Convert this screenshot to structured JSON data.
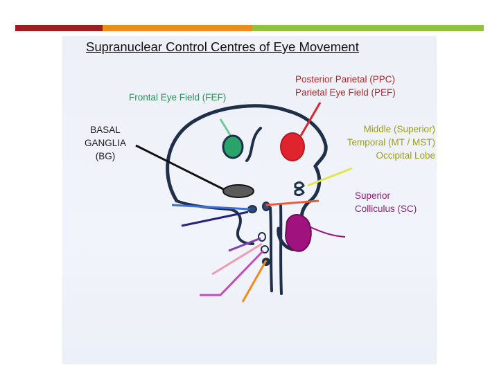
{
  "title": "Supranuclear Control Centres of Eye Movement",
  "labels": {
    "fef": "Frontal Eye Field (FEF)",
    "ppc_line1": "Posterior Parietal (PPC)",
    "ppc_line2": "Parietal Eye Field (PEF)",
    "bg_line1": "BASAL",
    "bg_line2": "GANGLIA",
    "bg_line3": "(BG)",
    "mt_line1": "Middle (Superior)",
    "mt_line2": "Temporal (MT / MST)",
    "mt_line3": "Occipital Lobe",
    "sc_line1": "Superior",
    "sc_line2": "Colliculus (SC)"
  },
  "colors": {
    "brain_outline": "#1f2f4a",
    "fef": "#2aa36a",
    "ppc": "#e0242e",
    "mt": "#e3e64a",
    "basal_ganglia": "#5a5a5a",
    "superior_colliculus": "#a0127e"
  }
}
